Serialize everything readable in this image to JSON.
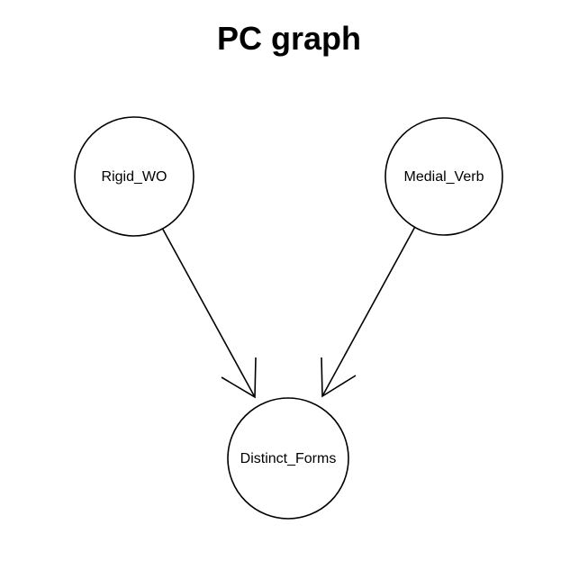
{
  "title": "PC graph",
  "nodes": [
    {
      "id": "rigid",
      "label": "Rigid_WO"
    },
    {
      "id": "medial",
      "label": "Medial_Verb"
    },
    {
      "id": "distinct",
      "label": "Distinct_Forms"
    }
  ],
  "edges": [
    {
      "from": "Rigid_WO",
      "to": "Distinct_Forms",
      "directed": true
    },
    {
      "from": "Medial_Verb",
      "to": "Distinct_Forms",
      "directed": true
    }
  ],
  "colors": {
    "stroke": "#000000",
    "background": "#ffffff"
  }
}
